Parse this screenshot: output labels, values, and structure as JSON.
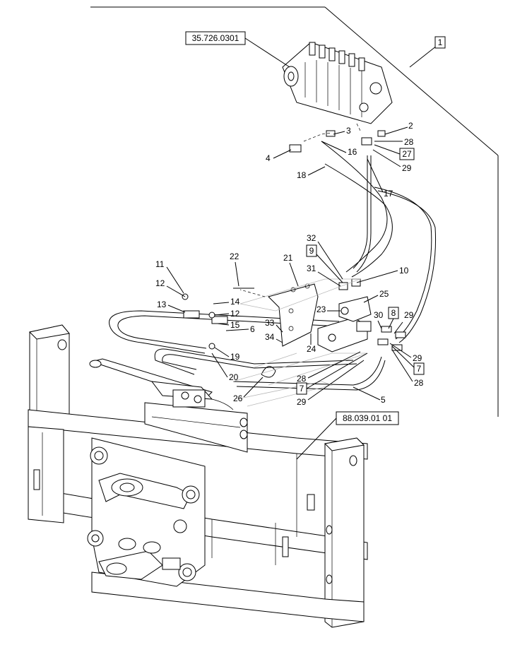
{
  "references": {
    "top_ref": "35.726.0301",
    "bottom_ref": "88.039.01 01"
  },
  "boxed_labels": [
    "1",
    "27",
    "9",
    "8",
    "7",
    "7"
  ],
  "part_numbers": {
    "n2": "2",
    "n3": "3",
    "n4": "4",
    "n5": "5",
    "n6": "6",
    "n10": "10",
    "n11": "11",
    "n12a": "12",
    "n12b": "12",
    "n13": "13",
    "n14": "14",
    "n15": "15",
    "n16": "16",
    "n17": "17",
    "n18": "18",
    "n19": "19",
    "n20": "20",
    "n21": "21",
    "n22": "22",
    "n23": "23",
    "n24": "24",
    "n25": "25",
    "n26": "26",
    "n28a": "28",
    "n28b": "28",
    "n28c": "28",
    "n29a": "29",
    "n29b": "29",
    "n29c": "29",
    "n29d": "29",
    "n30": "30",
    "n31": "31",
    "n32": "32",
    "n33": "33",
    "n34": "34"
  }
}
